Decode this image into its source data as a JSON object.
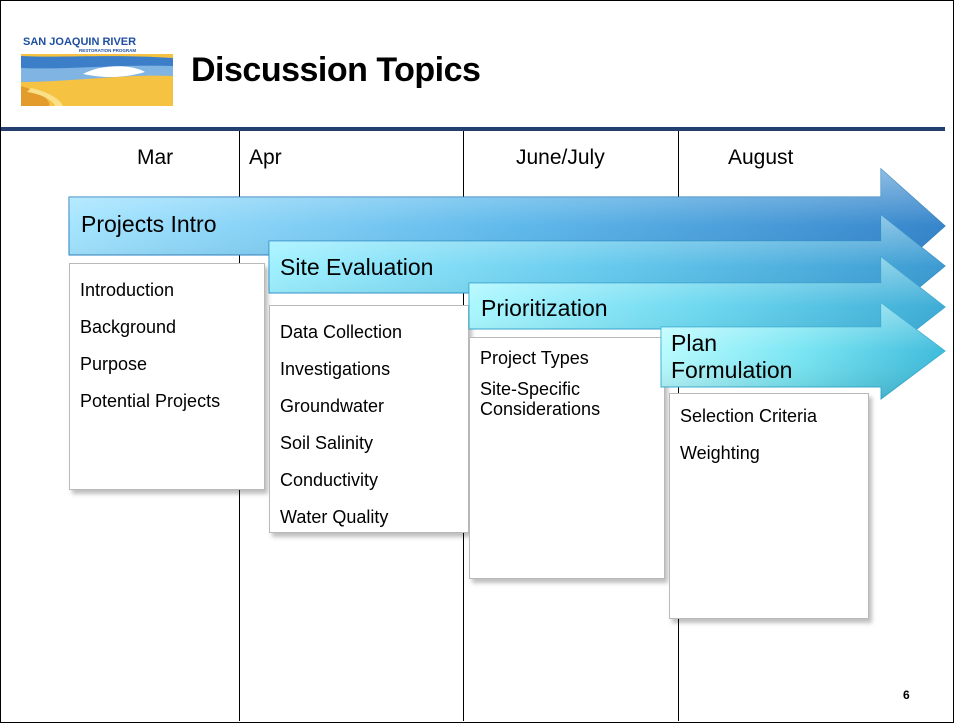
{
  "header": {
    "logo_text_line1": "SAN JOAQUIN RIVER",
    "logo_text_line2": "RESTORATION PROGRAM",
    "title": "Discussion Topics",
    "rule_color": "#23406f"
  },
  "timeline": {
    "months": [
      "Mar",
      "Apr",
      "June/July",
      "August"
    ]
  },
  "phases": [
    {
      "label": "Projects Intro",
      "items": [
        "Introduction",
        "Background",
        "Purpose",
        "Potential Projects"
      ]
    },
    {
      "label": "Site Evaluation",
      "items": [
        "Data Collection",
        "Investigations",
        "Groundwater",
        "Soil Salinity",
        "Conductivity",
        "Water Quality"
      ]
    },
    {
      "label": "Prioritization",
      "items": [
        "Project Types",
        "Site-Specific",
        "Considerations"
      ]
    },
    {
      "label_line1": "Plan",
      "label_line2": "Formulation",
      "items": [
        "Selection Criteria",
        "Weighting"
      ]
    }
  ],
  "footer": {
    "page_number": "6"
  }
}
